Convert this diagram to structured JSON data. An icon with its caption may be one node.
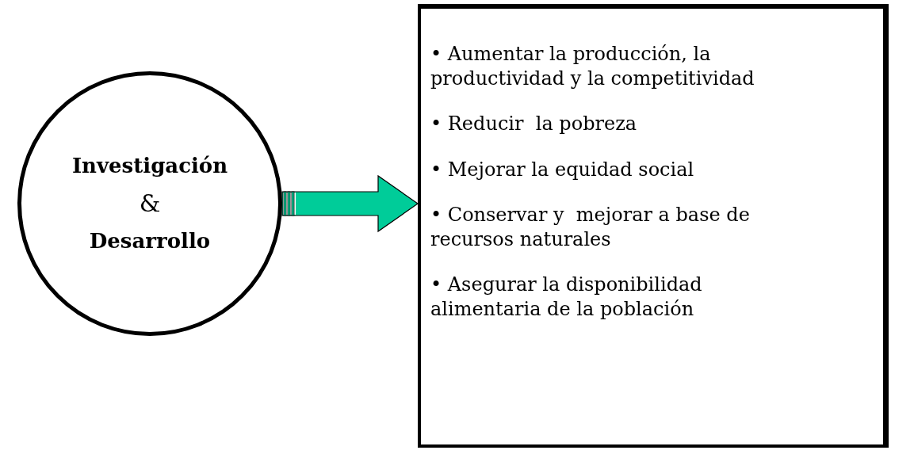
{
  "diagram": {
    "nodes": [
      {
        "text": [
          "Investigación",
          "&",
          "Desarrollo"
        ]
      },
      {
        "text": [
          "• Aumentar la producción, la productividad y la competitividad",
          "• Reducir  la pobreza",
          "• Mejorar la equidad social",
          "• Conservar y  mejorar a base de recursos naturales",
          "• Asegurar la disponibilidad alimentaria de la población"
        ]
      }
    ],
    "edges": [
      {
        "from": 0,
        "to": 1,
        "arrow": "to",
        "color": "#00cc99"
      }
    ]
  }
}
